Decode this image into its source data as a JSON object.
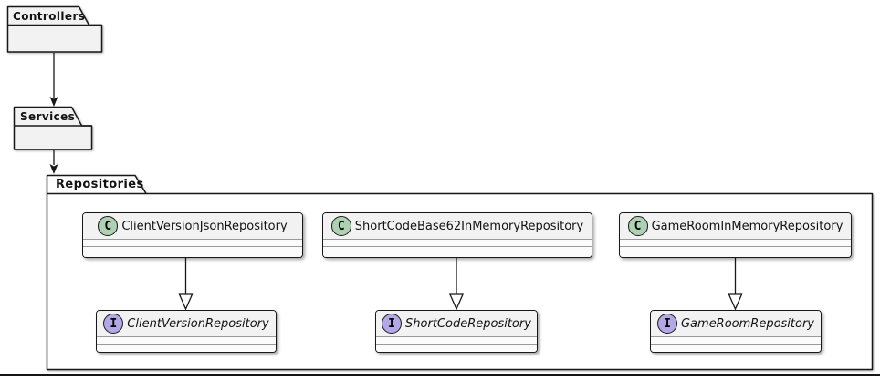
{
  "diagram_type": "uml-package-class-diagram",
  "colors": {
    "node_fill": "#f2f2f2",
    "node_border": "#181818",
    "class_spot_fill": "#ADD1B2",
    "interface_spot_fill": "#B4A7E5",
    "compartment_separator": "#9a9a9a"
  },
  "folders": [
    {
      "label": "Controllers"
    },
    {
      "label": "Services"
    }
  ],
  "package": {
    "label": "Repositories"
  },
  "classes": [
    {
      "spot": "C",
      "label": "ClientVersionJsonRepository"
    },
    {
      "spot": "C",
      "label": "ShortCodeBase62InMemoryRepository"
    },
    {
      "spot": "C",
      "label": "GameRoomInMemoryRepository"
    }
  ],
  "interfaces": [
    {
      "spot": "I",
      "label": "ClientVersionRepository"
    },
    {
      "spot": "I",
      "label": "ShortCodeRepository"
    },
    {
      "spot": "I",
      "label": "GameRoomRepository"
    }
  ],
  "relations": [
    {
      "from": "Controllers",
      "to": "Services",
      "kind": "directed-arrow"
    },
    {
      "from": "Services",
      "to": "Repositories",
      "kind": "directed-arrow"
    },
    {
      "from": "ClientVersionJsonRepository",
      "to": "ClientVersionRepository",
      "kind": "generalization"
    },
    {
      "from": "ShortCodeBase62InMemoryRepository",
      "to": "ShortCodeRepository",
      "kind": "generalization"
    },
    {
      "from": "GameRoomInMemoryRepository",
      "to": "GameRoomRepository",
      "kind": "generalization"
    }
  ]
}
